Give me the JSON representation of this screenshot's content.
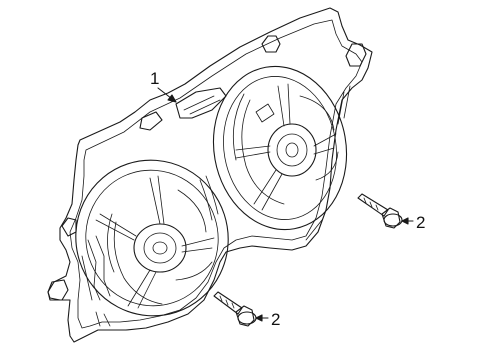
{
  "callouts": {
    "fan_assembly": "1",
    "bolt_upper": "2",
    "bolt_lower": "2"
  }
}
